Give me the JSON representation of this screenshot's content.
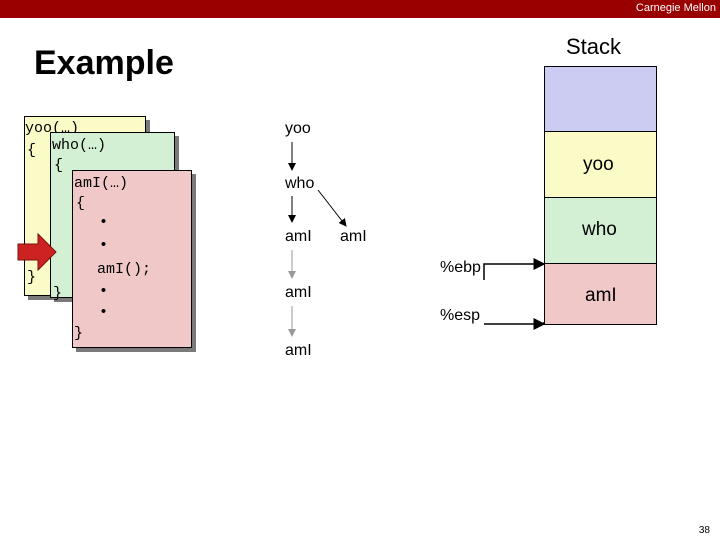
{
  "header": {
    "brand": "Carnegie Mellon",
    "accent_color": "#990000"
  },
  "slide": {
    "title": "Example",
    "page_number": "38"
  },
  "code": {
    "yoo": {
      "line1": "yoo(…)",
      "line2": "{",
      "close": "}"
    },
    "who": {
      "line1": "who(…)",
      "line2": "{",
      "close": "}"
    },
    "amI": {
      "line1": "amI(…)",
      "line2": "{",
      "dot": "•",
      "call": "amI();",
      "close": "}"
    }
  },
  "call_tree": {
    "root": "yoo",
    "child": "who",
    "grandchild_left": "amI",
    "grandchild_right": "amI",
    "deep1": "amI",
    "deep2": "amI"
  },
  "stack": {
    "label": "Stack",
    "frames": [
      {
        "name": "",
        "color": "#ccccf2"
      },
      {
        "name": "yoo",
        "color": "#fbfbc8"
      },
      {
        "name": "who",
        "color": "#d4f0d4"
      },
      {
        "name": "amI",
        "color": "#f0c8c8"
      }
    ],
    "registers": {
      "ebp": "%ebp",
      "esp": "%esp"
    }
  },
  "colors": {
    "yoo_card": "#fbfbc8",
    "who_card": "#d4f0d4",
    "amI_card": "#f0c8c8",
    "arrow_red": "#cc2222"
  }
}
